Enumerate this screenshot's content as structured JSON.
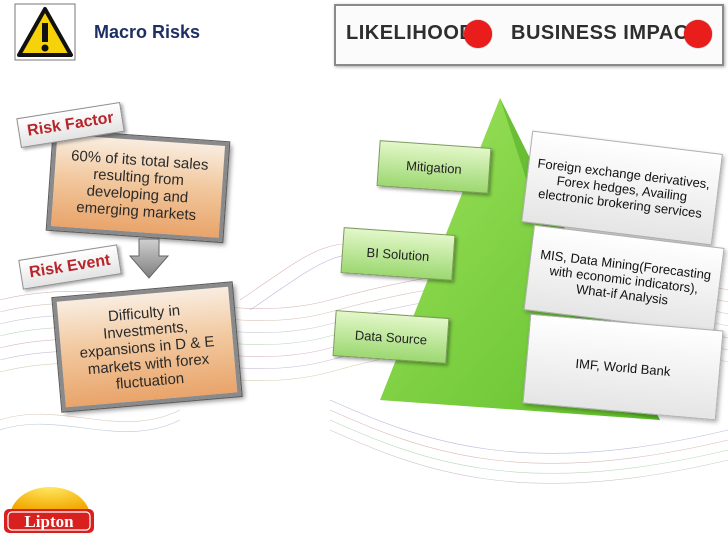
{
  "header": {
    "title": "Macro Risks"
  },
  "legend": {
    "likelihood": "LIKELIHOOD",
    "impact": "BUSINESS IMPACT",
    "indicator_color": "#ea1d1d"
  },
  "risk_factor": {
    "tag": "Risk Factor",
    "text": "60% of its total sales resulting from developing and emerging markets"
  },
  "risk_event": {
    "tag": "Risk Event",
    "text": "Difficulty in Investments, expansions in D & E markets with forex fluctuation"
  },
  "pyramid": {
    "levels": [
      {
        "label": "Mitigation",
        "description": "Foreign exchange derivatives, Forex hedges, Availing electronic brokering services"
      },
      {
        "label": "BI Solution",
        "description": "MIS, Data Mining(Forecasting with economic indicators), What-if Analysis"
      },
      {
        "label": "Data Source",
        "description": "IMF, World Bank"
      }
    ]
  },
  "logo": {
    "text": "Lipton"
  }
}
